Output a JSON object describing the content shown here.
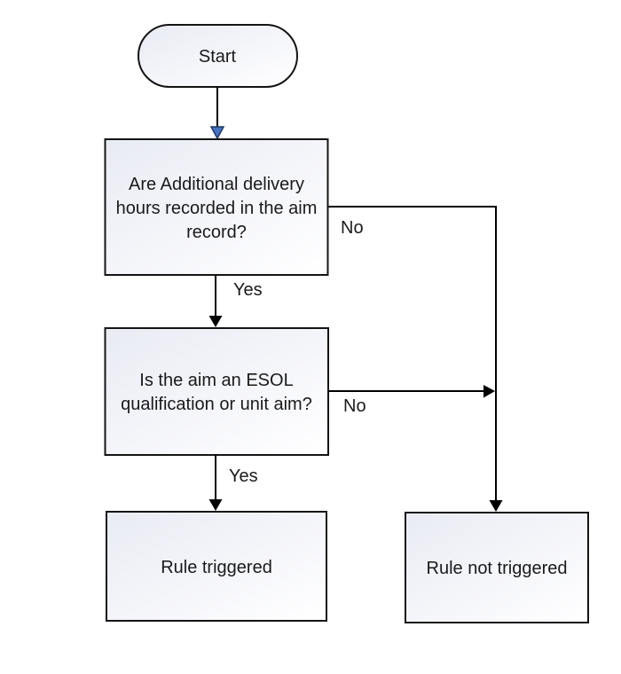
{
  "diagram": {
    "type": "flowchart",
    "nodes": {
      "start": {
        "label": "Start",
        "shape": "terminator"
      },
      "q1": {
        "shape": "process",
        "lines": [
          "Are Additional delivery",
          "hours recorded in the aim",
          "record?"
        ]
      },
      "q2": {
        "shape": "process",
        "lines": [
          "Is the aim an ESOL",
          "qualification or unit aim?"
        ]
      },
      "rule_triggered": {
        "label": "Rule triggered",
        "shape": "process"
      },
      "rule_not_triggered": {
        "label": "Rule not triggered",
        "shape": "process"
      }
    },
    "edge_labels": {
      "q1_yes": "Yes",
      "q1_no": "No",
      "q2_yes": "Yes",
      "q2_no": "No"
    },
    "colors": {
      "background": "#ffffff",
      "connector_line": "#000000",
      "node_border": "#141414",
      "text": "#1a1a1a",
      "node_fill_top_left": "#e9ebf4",
      "node_fill_bottom_right": "#ffffff",
      "blue_arrowhead_fill": "#4472c4",
      "blue_arrowhead_border": "#1f3864",
      "black_arrowhead_fill": "#000000"
    }
  }
}
